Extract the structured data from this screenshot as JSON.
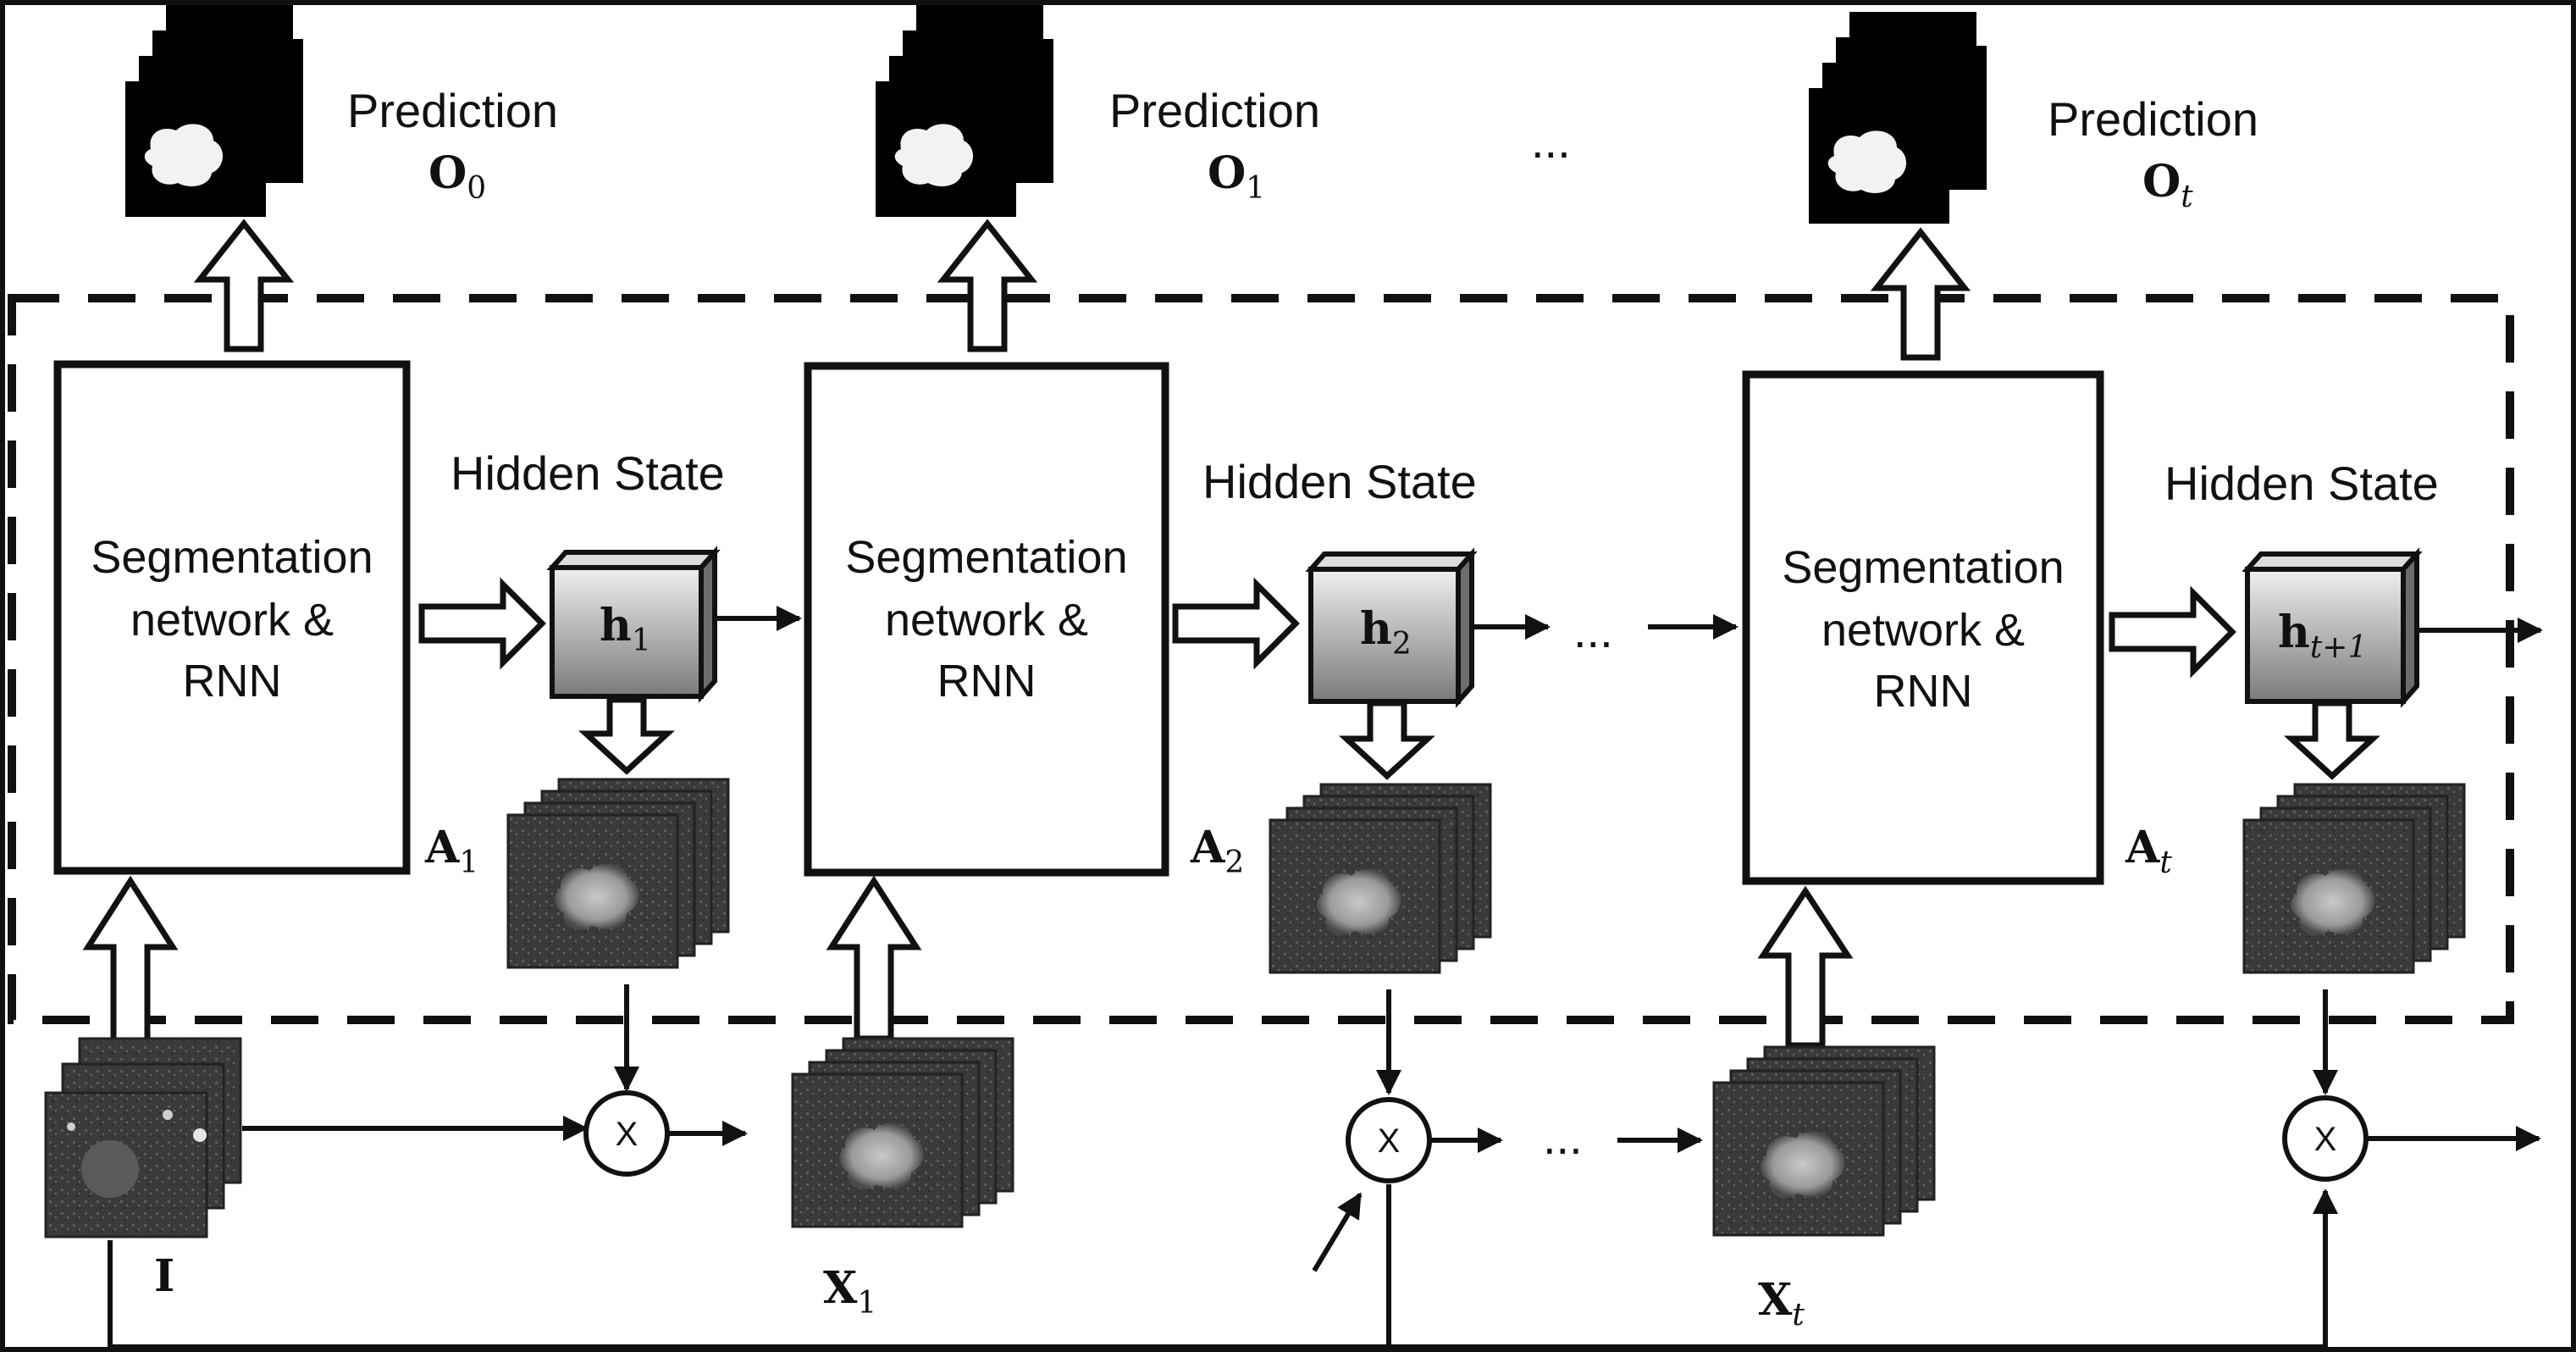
{
  "predictions": [
    {
      "title": "Prediction",
      "symbol": "O",
      "sub": "0"
    },
    {
      "title": "Prediction",
      "symbol": "O",
      "sub": "1"
    },
    {
      "title": "Prediction",
      "symbol": "O",
      "sub": "t"
    }
  ],
  "prediction_ellipsis": "...",
  "blocks": [
    {
      "line1": "Segmentation",
      "line2": "network &",
      "line3": "RNN",
      "att": "A",
      "att_sub": "1"
    },
    {
      "line1": "Segmentation",
      "line2": "network &",
      "line3": "RNN",
      "att": "A",
      "att_sub": "2"
    },
    {
      "line1": "Segmentation",
      "line2": "network &",
      "line3": "RNN",
      "att": "A",
      "att_sub": "t"
    }
  ],
  "hidden_states": [
    {
      "title": "Hidden State",
      "symbol": "h",
      "sub": "1"
    },
    {
      "title": "Hidden State",
      "symbol": "h",
      "sub": "2"
    },
    {
      "title": "Hidden State",
      "symbol": "h",
      "sub": "t+1"
    }
  ],
  "inputs": [
    {
      "symbol": "I",
      "sub": ""
    },
    {
      "symbol": "X",
      "sub": "1"
    },
    {
      "symbol": "X",
      "sub": "t"
    }
  ],
  "multiply_symbol": "X",
  "hidden_ellipsis": "...",
  "input_ellipsis": "..."
}
